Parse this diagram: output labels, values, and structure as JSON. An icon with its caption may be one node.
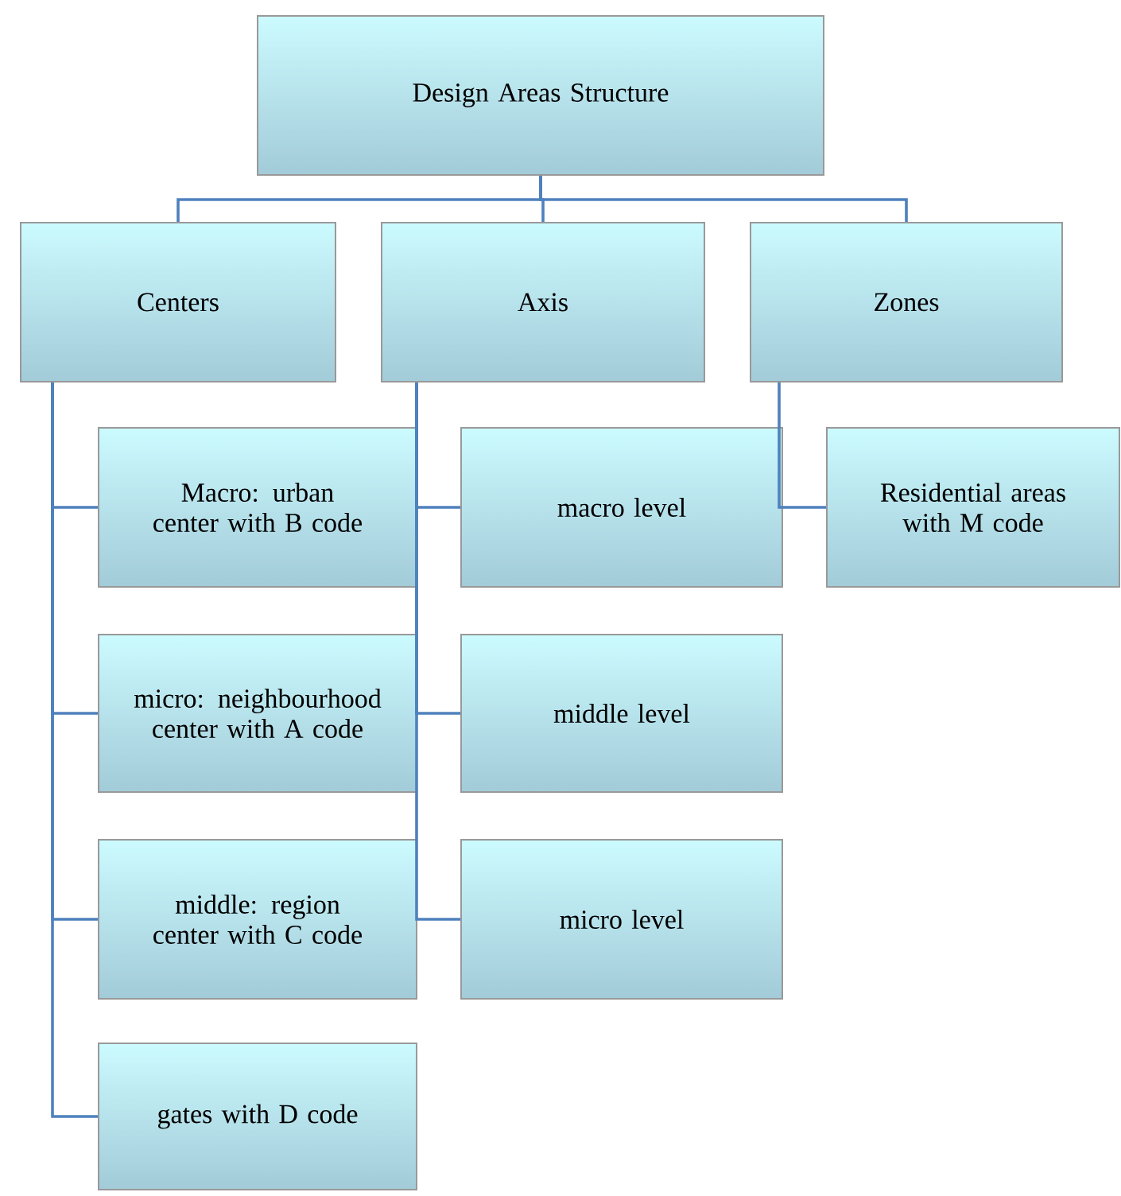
{
  "diagram": {
    "nodes": [
      {
        "text": [
          "Design Areas Structure"
        ]
      },
      {
        "text": [
          "Centers"
        ]
      },
      {
        "text": [
          "Axis"
        ]
      },
      {
        "text": [
          "Zones"
        ]
      },
      {
        "text": [
          "Macro: urban center with B code"
        ]
      },
      {
        "text": [
          "micro: neighbourhood center with A code"
        ]
      },
      {
        "text": [
          "middle: region center with C code"
        ]
      },
      {
        "text": [
          "gates with D code"
        ]
      },
      {
        "text": [
          "macro level"
        ]
      },
      {
        "text": [
          "middle level"
        ]
      },
      {
        "text": [
          "micro level"
        ]
      },
      {
        "text": [
          "Residential areas with M code"
        ]
      }
    ],
    "edges": [
      {
        "from": 0,
        "to": 1,
        "arrow": "none"
      },
      {
        "from": 0,
        "to": 2,
        "arrow": "none"
      },
      {
        "from": 0,
        "to": 3,
        "arrow": "none"
      },
      {
        "from": 1,
        "to": 4,
        "arrow": "none"
      },
      {
        "from": 1,
        "to": 5,
        "arrow": "none"
      },
      {
        "from": 1,
        "to": 6,
        "arrow": "none"
      },
      {
        "from": 1,
        "to": 7,
        "arrow": "none"
      },
      {
        "from": 2,
        "to": 8,
        "arrow": "none"
      },
      {
        "from": 2,
        "to": 9,
        "arrow": "none"
      },
      {
        "from": 2,
        "to": 10,
        "arrow": "none"
      },
      {
        "from": 3,
        "to": 11,
        "arrow": "none"
      }
    ]
  }
}
